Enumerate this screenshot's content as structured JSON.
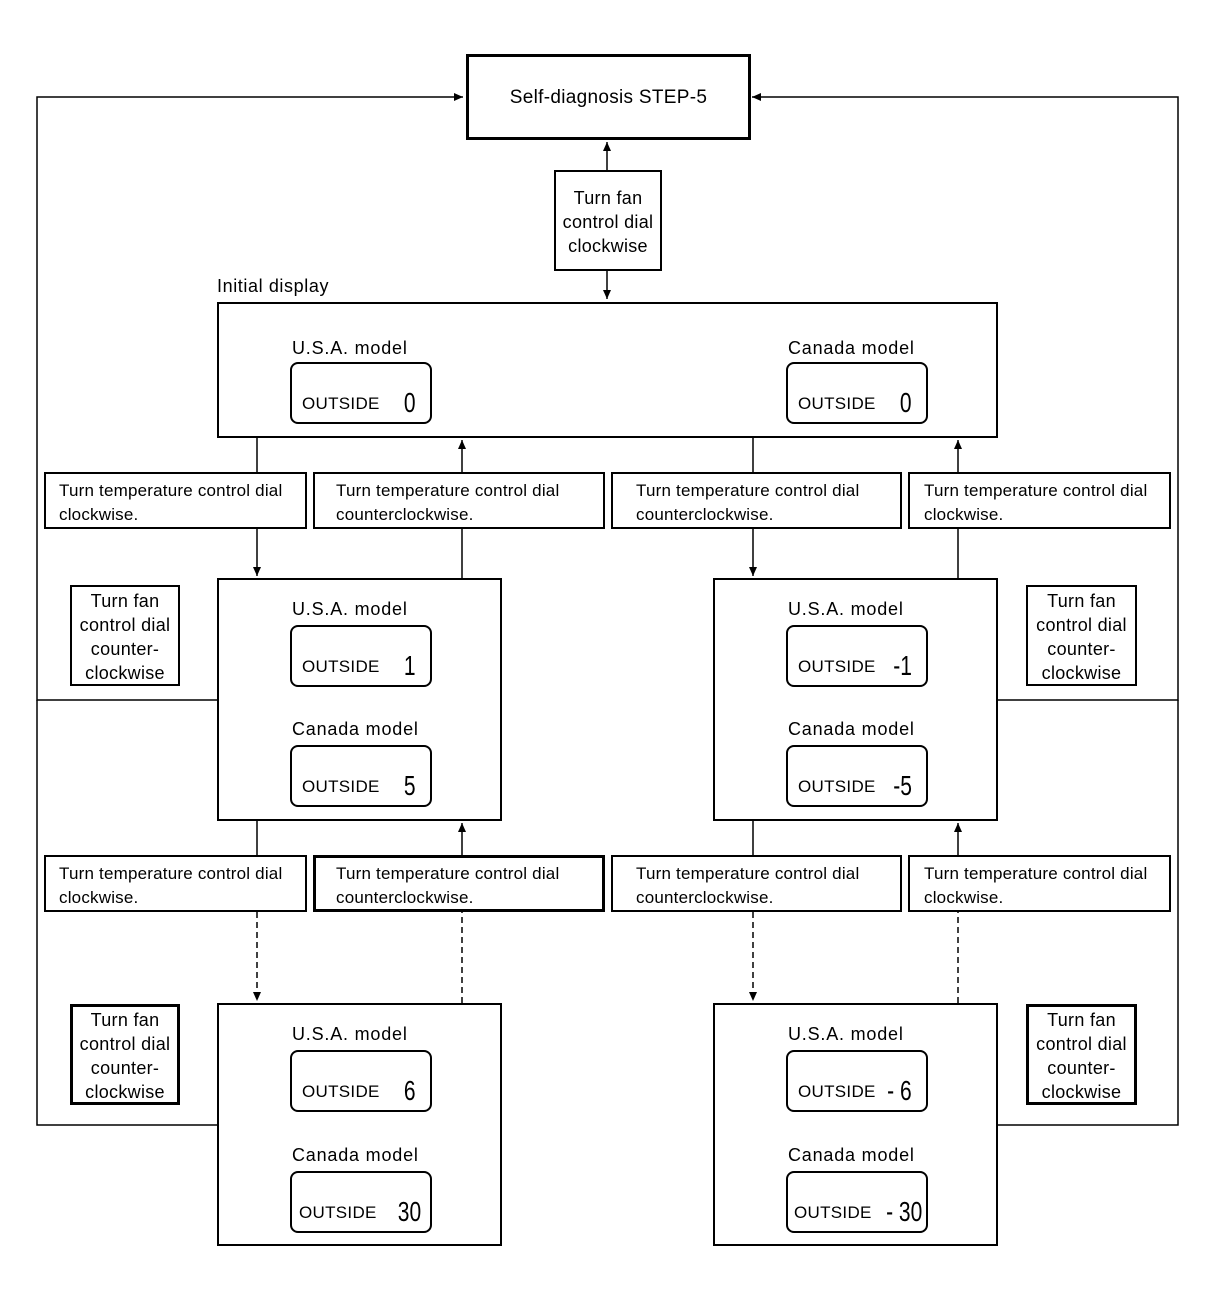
{
  "step_title": "Self-diagnosis STEP-5",
  "top_fan_instruction": "Turn fan\ncontrol dial\nclockwise",
  "initial_display_label": "Initial display",
  "side_fan_instruction": "Turn fan\ncontrol dial\ncounter-\nclockwise",
  "model_usa": "U.S.A. model",
  "model_canada": "Canada model",
  "display_word": "OUTSIDE",
  "instructions": {
    "temp_cw": "Turn temperature control dial\nclockwise.",
    "temp_ccw": "Turn temperature control dial\ncounterclockwise."
  },
  "values": {
    "initial": {
      "usa": "0",
      "canada": "0"
    },
    "left_1": {
      "usa": "1",
      "canada": "5"
    },
    "right_1": {
      "usa": "-1",
      "canada": "-5"
    },
    "left_2": {
      "usa": "6",
      "canada": "30"
    },
    "right_2": {
      "usa": "- 6",
      "canada": "- 30"
    }
  },
  "colors": {
    "line": "#000000",
    "background": "#ffffff"
  }
}
